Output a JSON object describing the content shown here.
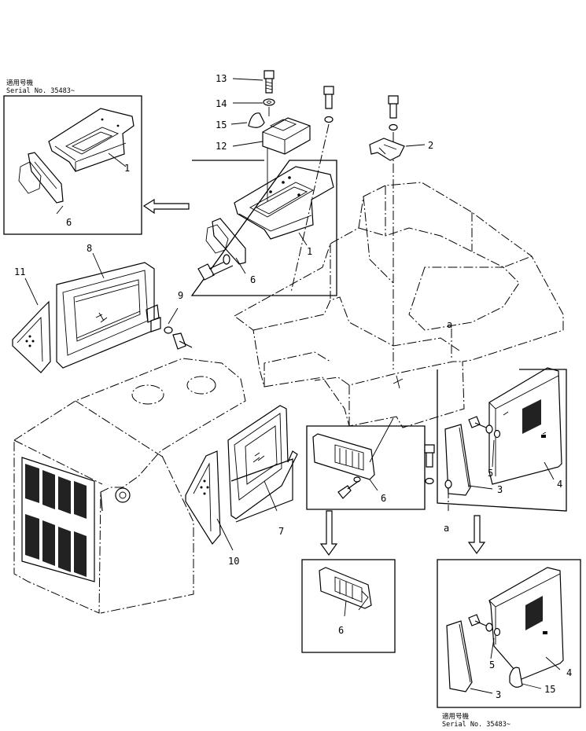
{
  "labels": {
    "p1a": "1",
    "p1b": "1",
    "p2": "2",
    "p3a": "3",
    "p3b": "3",
    "p4a": "4",
    "p4b": "4",
    "p5a": "5",
    "p5b": "5",
    "p6a": "6",
    "p6b": "6",
    "p6c": "6",
    "p6d": "6",
    "p7": "7",
    "p8": "8",
    "p9": "9",
    "p10": "10",
    "p11": "11",
    "p12": "12",
    "p13": "13",
    "p14": "14",
    "p15a": "15",
    "p15b": "15",
    "ref_a1": "a",
    "ref_a2": "a"
  },
  "captions": {
    "inset_top_left": {
      "line1": "適用号機",
      "line2": "Serial No. 35483~"
    },
    "inset_bottom_mid": {
      "line1": "適用号機",
      "line2": "Serial No. 35483~"
    },
    "inset_bottom_right": {
      "line1": "適用号機",
      "line2": "Serial No. 35483~"
    }
  }
}
